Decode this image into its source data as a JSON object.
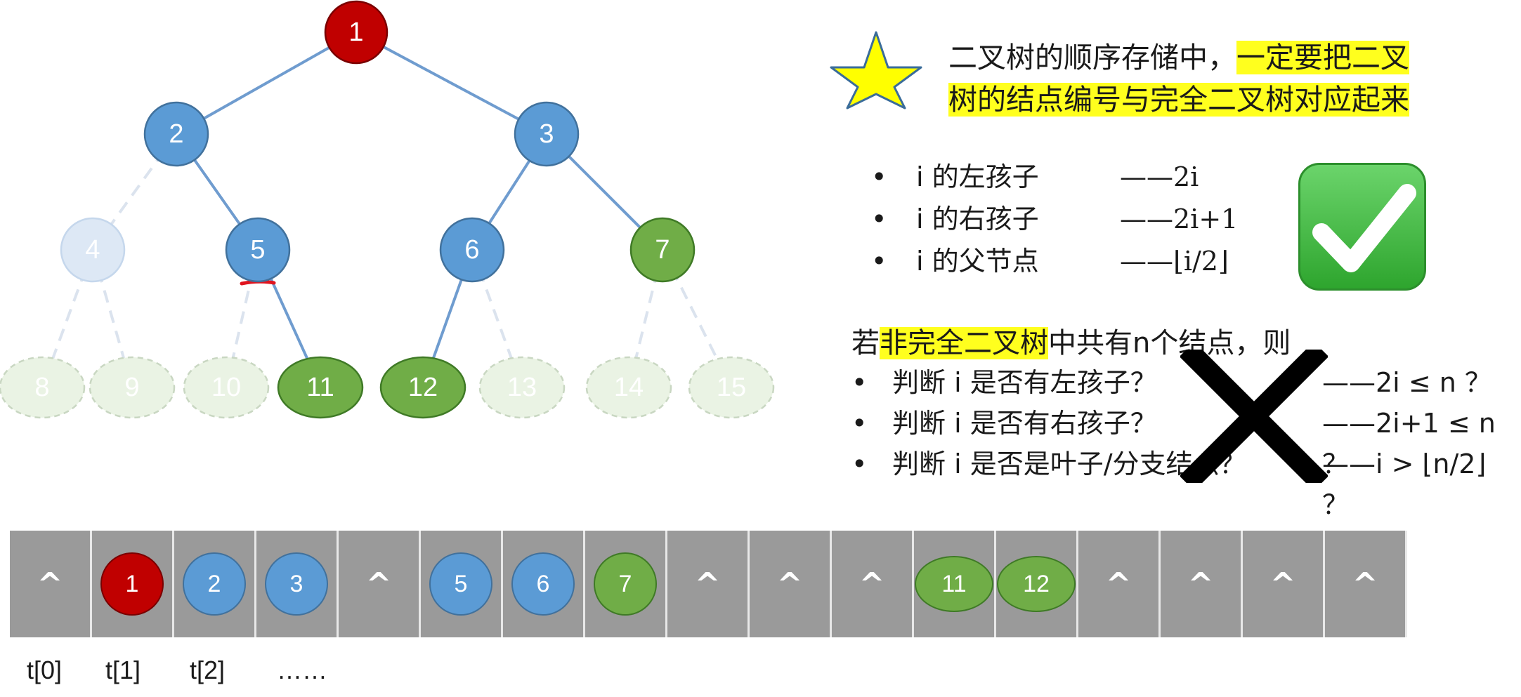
{
  "tree": {
    "nodes": [
      {
        "label": "1",
        "kind": "red"
      },
      {
        "label": "2",
        "kind": "blue"
      },
      {
        "label": "3",
        "kind": "blue"
      },
      {
        "label": "4",
        "kind": "ghost-blue"
      },
      {
        "label": "5",
        "kind": "blue"
      },
      {
        "label": "6",
        "kind": "blue"
      },
      {
        "label": "7",
        "kind": "green"
      },
      {
        "label": "8",
        "kind": "ghost-green"
      },
      {
        "label": "9",
        "kind": "ghost-green"
      },
      {
        "label": "10",
        "kind": "ghost-green"
      },
      {
        "label": "11",
        "kind": "green"
      },
      {
        "label": "12",
        "kind": "green"
      },
      {
        "label": "13",
        "kind": "ghost-green"
      },
      {
        "label": "14",
        "kind": "ghost-green"
      },
      {
        "label": "15",
        "kind": "ghost-green"
      }
    ],
    "edges": [
      {
        "from": "1",
        "to": "2",
        "style": "solid"
      },
      {
        "from": "1",
        "to": "3",
        "style": "solid"
      },
      {
        "from": "2",
        "to": "4",
        "style": "dashed"
      },
      {
        "from": "2",
        "to": "5",
        "style": "solid"
      },
      {
        "from": "3",
        "to": "6",
        "style": "solid"
      },
      {
        "from": "3",
        "to": "7",
        "style": "solid"
      },
      {
        "from": "4",
        "to": "8",
        "style": "dashed"
      },
      {
        "from": "4",
        "to": "9",
        "style": "dashed"
      },
      {
        "from": "5",
        "to": "10",
        "style": "dashed"
      },
      {
        "from": "5",
        "to": "11",
        "style": "solid"
      },
      {
        "from": "6",
        "to": "12",
        "style": "solid"
      },
      {
        "from": "6",
        "to": "13",
        "style": "dashed"
      },
      {
        "from": "7",
        "to": "14",
        "style": "dashed"
      },
      {
        "from": "7",
        "to": "15",
        "style": "dashed"
      }
    ]
  },
  "colors": {
    "red": "#c00000",
    "blue": "#5b9bd5",
    "green": "#70ad47",
    "ghost_blue": "#dde8f5",
    "ghost_green": "#eaf3e4",
    "edge": "#6f9ccf",
    "highlight": "#ffff1e",
    "star": "#ffff00",
    "array_cell": "#9a9a9a"
  },
  "headline": {
    "part1": "二叉树的顺序存储中，",
    "highlight1": "一定要把二叉",
    "highlight2": "树的结点编号与完全二叉树对应起来"
  },
  "rules": [
    {
      "text": "i 的左孩子",
      "formula": "——2i"
    },
    {
      "text": "i 的右孩子",
      "formula": "——2i+1"
    },
    {
      "text": "i 的父节点",
      "formula": "——⌊i/2⌋"
    }
  ],
  "bullet": "•",
  "condition": {
    "prefix": "若",
    "highlight": "非完全二叉树",
    "suffix": "中共有n个结点，则",
    "items": [
      {
        "text": "判断 i 是否有左孩子？",
        "formula": "——2i ≤ n ？"
      },
      {
        "text": "判断 i 是否有右孩子？",
        "formula": "——2i+1 ≤ n ？"
      },
      {
        "text": "判断 i 是否是叶子/分支结点？",
        "formula": "——i > ⌊n/2⌋ ？"
      }
    ]
  },
  "array": [
    {
      "type": "null",
      "label": "^"
    },
    {
      "type": "node",
      "label": "1",
      "kind": "red"
    },
    {
      "type": "node",
      "label": "2",
      "kind": "blue"
    },
    {
      "type": "node",
      "label": "3",
      "kind": "blue"
    },
    {
      "type": "null",
      "label": "^"
    },
    {
      "type": "node",
      "label": "5",
      "kind": "blue"
    },
    {
      "type": "node",
      "label": "6",
      "kind": "blue"
    },
    {
      "type": "node",
      "label": "7",
      "kind": "green"
    },
    {
      "type": "null",
      "label": "^"
    },
    {
      "type": "null",
      "label": "^"
    },
    {
      "type": "null",
      "label": "^"
    },
    {
      "type": "node",
      "label": "11",
      "kind": "green"
    },
    {
      "type": "node",
      "label": "12",
      "kind": "green"
    },
    {
      "type": "null",
      "label": "^"
    },
    {
      "type": "null",
      "label": "^"
    },
    {
      "type": "null",
      "label": "^"
    },
    {
      "type": "null",
      "label": "^"
    }
  ],
  "index_labels": [
    "t[0]",
    "t[1]",
    "t[2]",
    "……"
  ],
  "icons": {
    "star": "star-icon",
    "check": "check-mark-icon",
    "cross": "cross-mark-icon"
  }
}
